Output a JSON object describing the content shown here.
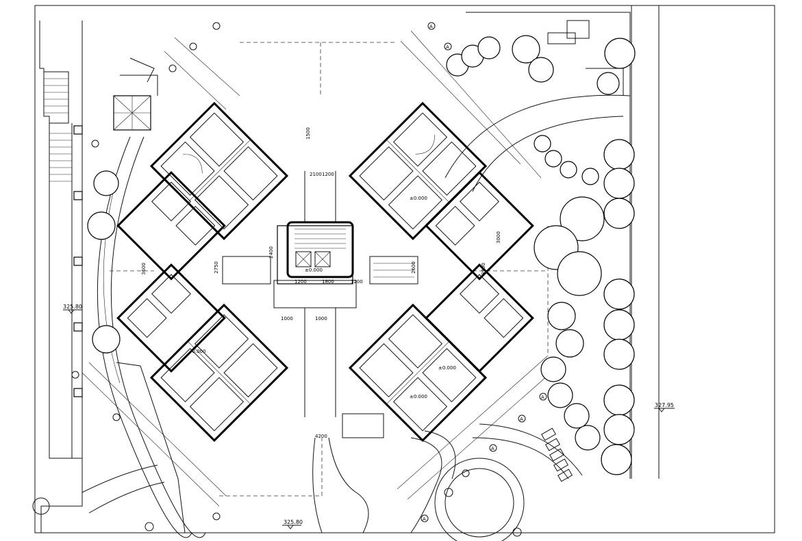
{
  "drawing": {
    "elevation_marks": [
      {
        "id": "elev-west",
        "text": "325.80"
      },
      {
        "id": "elev-south",
        "text": "325.80"
      },
      {
        "id": "elev-east",
        "text": "327.95"
      }
    ],
    "level_marks": [
      {
        "id": "level-core",
        "text": "±0.000"
      },
      {
        "id": "level-ne",
        "text": "±0.000"
      },
      {
        "id": "level-sw",
        "text": "-0.000"
      },
      {
        "id": "level-se",
        "text": "±0.000"
      },
      {
        "id": "level-se2",
        "text": "±0.000"
      }
    ],
    "dimension_labels": [
      "2100",
      "1200",
      "2750",
      "3600",
      "1200",
      "1800",
      "1000",
      "2600",
      "3900",
      "4200",
      "1500",
      "3000",
      "2400",
      "1200",
      "1000"
    ],
    "grid_bubbles": [
      "A",
      "A",
      "A",
      "A",
      "A",
      "A"
    ]
  }
}
